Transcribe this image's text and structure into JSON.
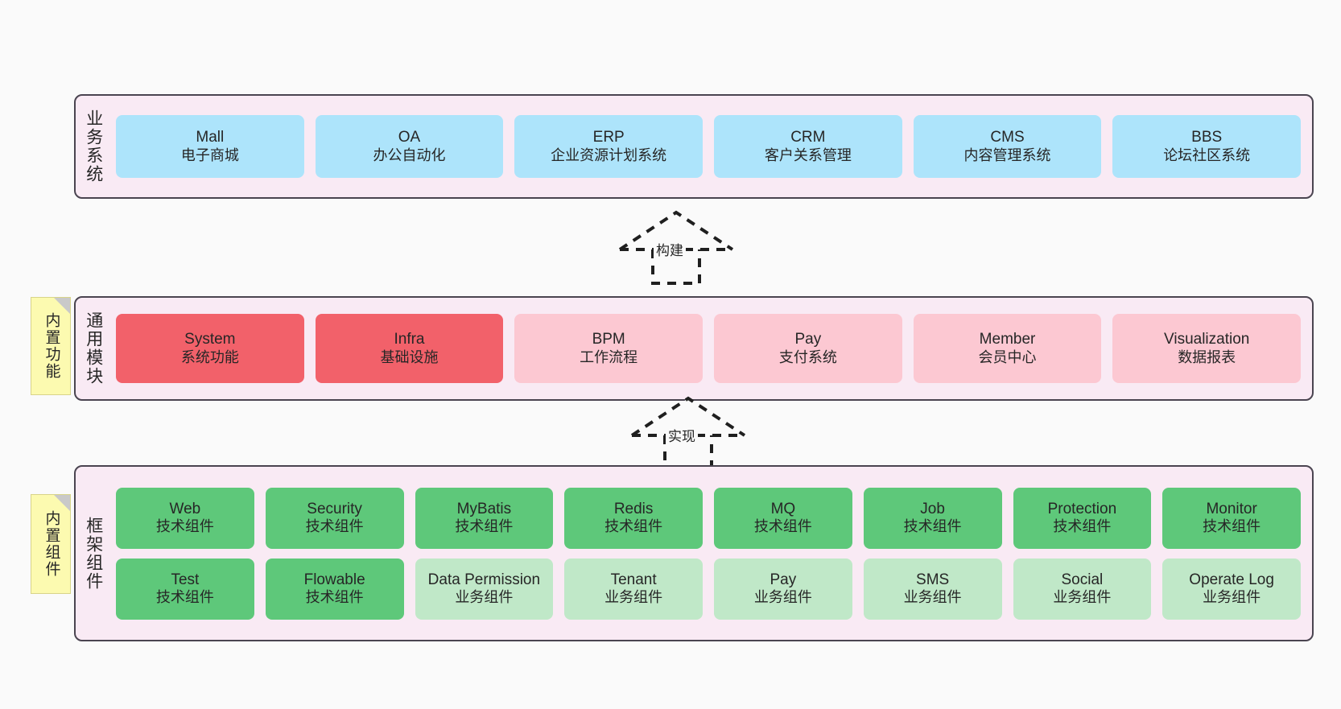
{
  "layers": [
    {
      "id": "business-systems",
      "title": "业务系统",
      "card_style": "card-blue",
      "rows": [
        [
          {
            "name": "Mall",
            "desc": "电子商城"
          },
          {
            "name": "OA",
            "desc": "办公自动化"
          },
          {
            "name": "ERP",
            "desc": "企业资源计划系统"
          },
          {
            "name": "CRM",
            "desc": "客户关系管理"
          },
          {
            "name": "CMS",
            "desc": "内容管理系统"
          },
          {
            "name": "BBS",
            "desc": "论坛社区系统"
          }
        ]
      ]
    },
    {
      "id": "common-modules",
      "title": "通用模块",
      "note": "内置功能",
      "rows": [
        [
          {
            "name": "System",
            "desc": "系统功能",
            "style": "card-red-strong"
          },
          {
            "name": "Infra",
            "desc": "基础设施",
            "style": "card-red-strong"
          },
          {
            "name": "BPM",
            "desc": "工作流程",
            "style": "card-red-light"
          },
          {
            "name": "Pay",
            "desc": "支付系统",
            "style": "card-red-light"
          },
          {
            "name": "Member",
            "desc": "会员中心",
            "style": "card-red-light"
          },
          {
            "name": "Visualization",
            "desc": "数据报表",
            "style": "card-red-light"
          }
        ]
      ]
    },
    {
      "id": "framework-components",
      "title": "框架组件",
      "note": "内置组件",
      "rows": [
        [
          {
            "name": "Web",
            "desc": "技术组件",
            "style": "card-green-strong"
          },
          {
            "name": "Security",
            "desc": "技术组件",
            "style": "card-green-strong"
          },
          {
            "name": "MyBatis",
            "desc": "技术组件",
            "style": "card-green-strong"
          },
          {
            "name": "Redis",
            "desc": "技术组件",
            "style": "card-green-strong"
          },
          {
            "name": "MQ",
            "desc": "技术组件",
            "style": "card-green-strong"
          },
          {
            "name": "Job",
            "desc": "技术组件",
            "style": "card-green-strong"
          },
          {
            "name": "Protection",
            "desc": "技术组件",
            "style": "card-green-strong"
          },
          {
            "name": "Monitor",
            "desc": "技术组件",
            "style": "card-green-strong"
          }
        ],
        [
          {
            "name": "Test",
            "desc": "技术组件",
            "style": "card-green-strong"
          },
          {
            "name": "Flowable",
            "desc": "技术组件",
            "style": "card-green-strong"
          },
          {
            "name": "Data Permission",
            "desc": "业务组件",
            "style": "card-green-light"
          },
          {
            "name": "Tenant",
            "desc": "业务组件",
            "style": "card-green-light"
          },
          {
            "name": "Pay",
            "desc": "业务组件",
            "style": "card-green-light"
          },
          {
            "name": "SMS",
            "desc": "业务组件",
            "style": "card-green-light"
          },
          {
            "name": "Social",
            "desc": "业务组件",
            "style": "card-green-light"
          },
          {
            "name": "Operate Log",
            "desc": "业务组件",
            "style": "card-green-light"
          }
        ]
      ]
    }
  ],
  "connectors": [
    {
      "id": "build",
      "label": "构建"
    },
    {
      "id": "implement",
      "label": "实现"
    }
  ],
  "colors": {
    "band_fill": "#f9eaf4",
    "band_stroke": "#4a4450",
    "blue": "#ade4fb",
    "red_strong": "#f2616a",
    "red_light": "#fcc8d2",
    "green_strong": "#5ec87a",
    "green_light": "#c0e8c8",
    "note_fill": "#fcfab0",
    "background": "#fafafa"
  }
}
